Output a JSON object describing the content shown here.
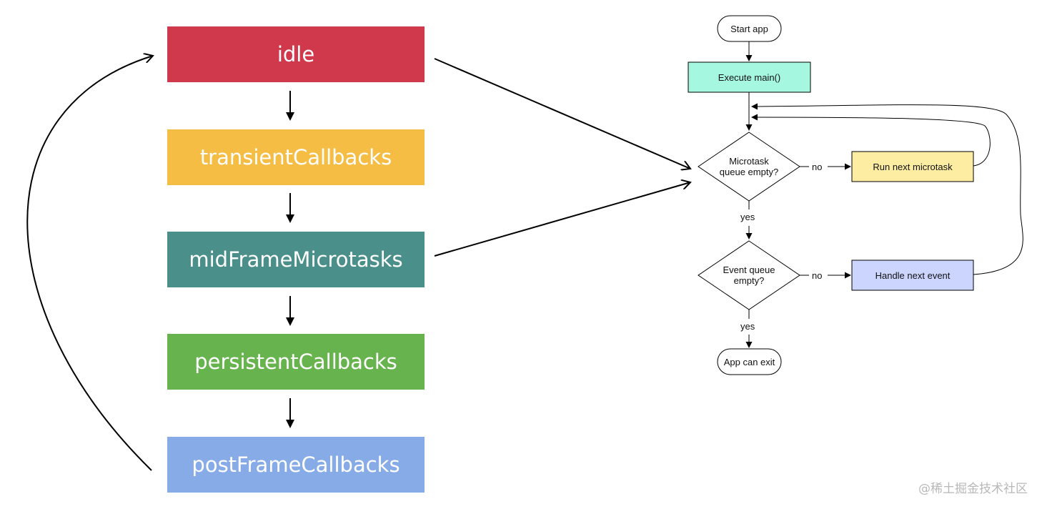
{
  "phases": [
    {
      "label": "idle",
      "color": "#d0384c"
    },
    {
      "label": "transientCallbacks",
      "color": "#f5bd44"
    },
    {
      "label": "midFrameMicrotasks",
      "color": "#4a8f8a"
    },
    {
      "label": "persistentCallbacks",
      "color": "#67b34e"
    },
    {
      "label": "postFrameCallbacks",
      "color": "#86abe7"
    }
  ],
  "flowchart": {
    "start": "Start app",
    "execute_main": {
      "label": "Execute main()",
      "color": "#a6f7e0"
    },
    "microtask_check": "Microtask queue empty?",
    "run_microtask": {
      "label": "Run next microtask",
      "color": "#fdeda3"
    },
    "event_check": "Event queue empty?",
    "handle_event": {
      "label": "Handle next event",
      "color": "#ccd5fd"
    },
    "exit": "App can exit",
    "no_label": "no",
    "yes_label": "yes"
  },
  "watermark": "@稀土掘金技术社区"
}
